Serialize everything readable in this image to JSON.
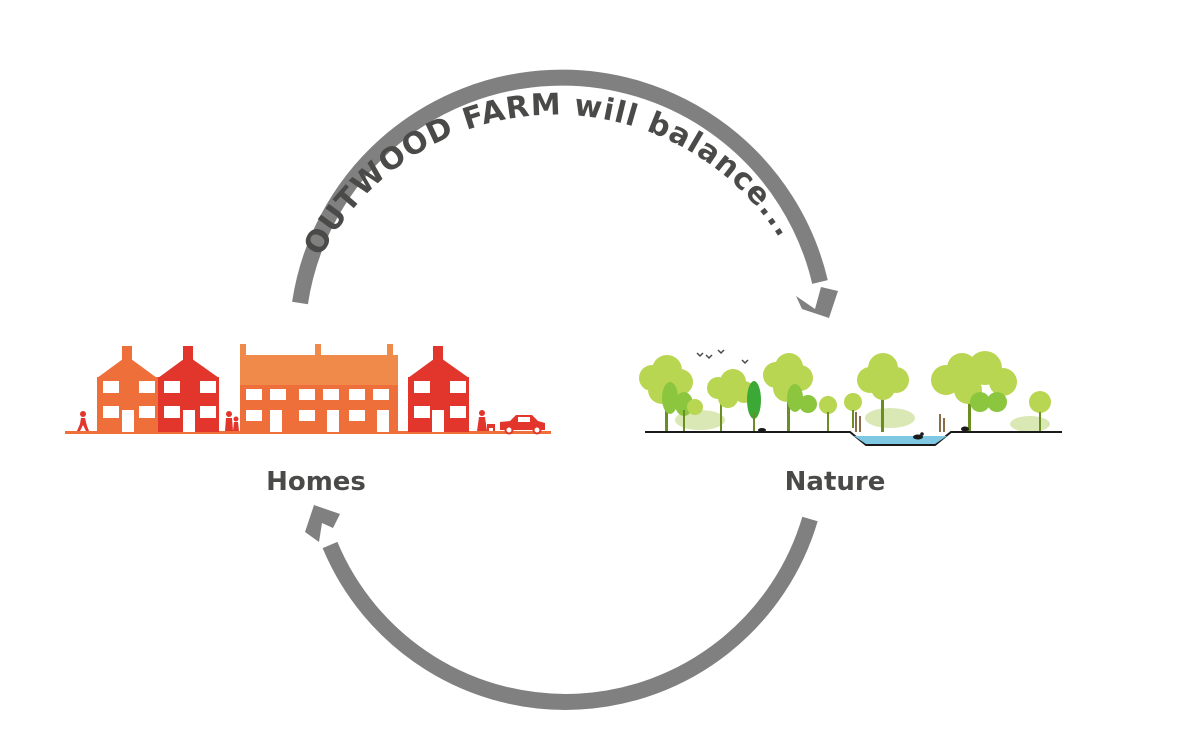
{
  "title": "OUTWOOD FARM will balance...",
  "left_label": "Homes",
  "right_label": "Nature",
  "colors": {
    "arrow": "#808080",
    "text": "#4a4a49",
    "homes_orange": "#ee6f3a",
    "homes_red": "#e2352b",
    "homes_light": "#f08a4b",
    "tree_light": "#b9d652",
    "tree_mid": "#8cc63f",
    "tree_dark": "#3aa935",
    "water": "#7ec8e3"
  },
  "icons": [
    "curved-arrow-icon",
    "terraced-houses-illustration",
    "trees-wetland-illustration"
  ]
}
